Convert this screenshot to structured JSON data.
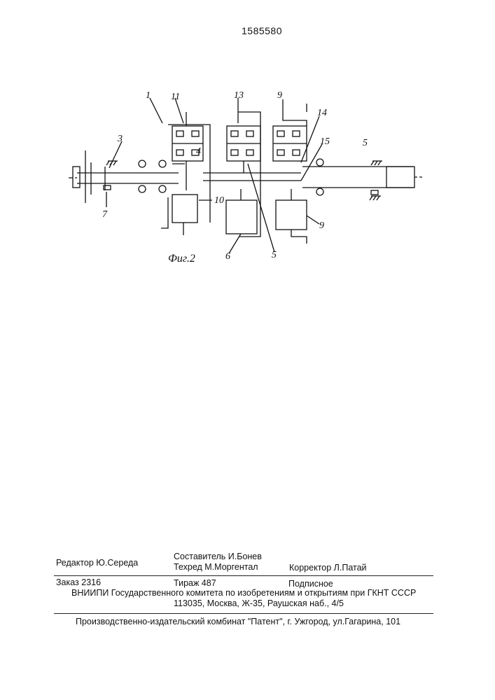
{
  "page": {
    "number": "1585580"
  },
  "figure": {
    "caption": "Фиг.2",
    "labels": {
      "l1": "1",
      "l11": "11",
      "l13": "13",
      "l9_top": "9",
      "l14": "14",
      "l15": "15",
      "l5_right": "5",
      "l3": "3",
      "l4": "4",
      "l7": "7",
      "l10": "10",
      "l6": "6",
      "l5_bottom": "5",
      "l9_bottom": "9"
    }
  },
  "credits": {
    "editor": "Редактор  Ю.Середа",
    "compiler": "Составитель  И.Бонев",
    "techred": "Техред М.Моргентал",
    "corrector": "Корректор  Л.Патай",
    "order": "Заказ  2316",
    "circulation": "Тираж 487",
    "subscription": "Подписное",
    "org_line1": "ВНИИПИ Государственного комитета по изобретениям и открытиям при ГКНТ СССР",
    "org_line2": "113035, Москва, Ж-35, Раушская наб., 4/5",
    "publisher": "Производственно-издательский комбинат \"Патент\", г. Ужгород, ул.Гагарина, 101"
  }
}
